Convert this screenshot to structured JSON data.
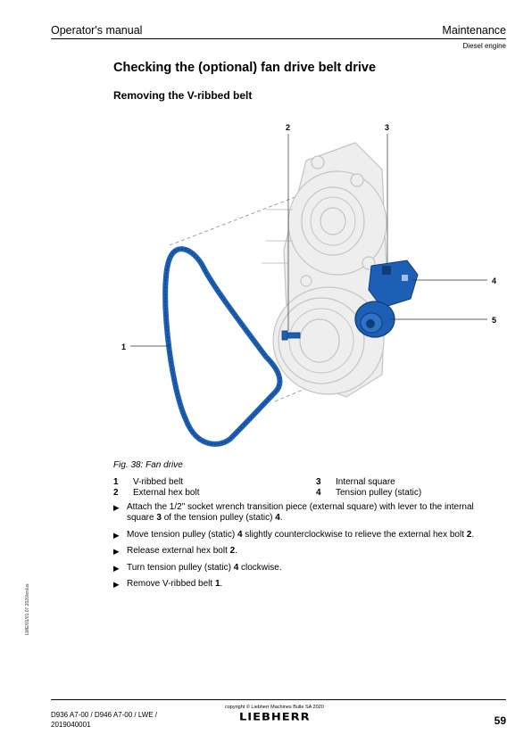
{
  "header": {
    "left": "Operator's manual",
    "right": "Maintenance",
    "sub": "Diesel engine"
  },
  "title": "Checking the (optional) fan drive belt drive",
  "subtitle": "Removing the V-ribbed belt",
  "figure": {
    "callouts": [
      "2",
      "3",
      "4",
      "5",
      "1"
    ],
    "belt_color": "#1d5fb4",
    "caption": "Fig. 38: Fan drive"
  },
  "legend": [
    {
      "num": "1",
      "label": "V-ribbed belt",
      "num2": "3",
      "label2": "Internal square"
    },
    {
      "num": "2",
      "label": "External hex bolt",
      "num2": "4",
      "label2": "Tension pulley (static)"
    }
  ],
  "steps": [
    [
      "Attach the 1/2\" socket wrench transition piece (external square) with lever to the internal square ",
      "3",
      " of the tension pulley (static) ",
      "4",
      "."
    ],
    [
      "Move tension pulley (static) ",
      "4",
      " slightly counterclockwise to relieve the external hex bolt ",
      "2",
      "."
    ],
    [
      "Release external hex bolt ",
      "2",
      "."
    ],
    [
      "Turn tension pulley (static) ",
      "4",
      " clockwise."
    ],
    [
      "Remove V-ribbed belt ",
      "1",
      "."
    ]
  ],
  "side_code": "LWE/01/01.07.2020/en/us",
  "footer": {
    "left_line1": "D936 A7-00 / D946 A7-00 / LWE /",
    "left_line2": "2019040001",
    "copyright": "copyright © Liebherr Machines Bulle SA 2020",
    "logo": "LIEBHERR",
    "page": "59"
  }
}
